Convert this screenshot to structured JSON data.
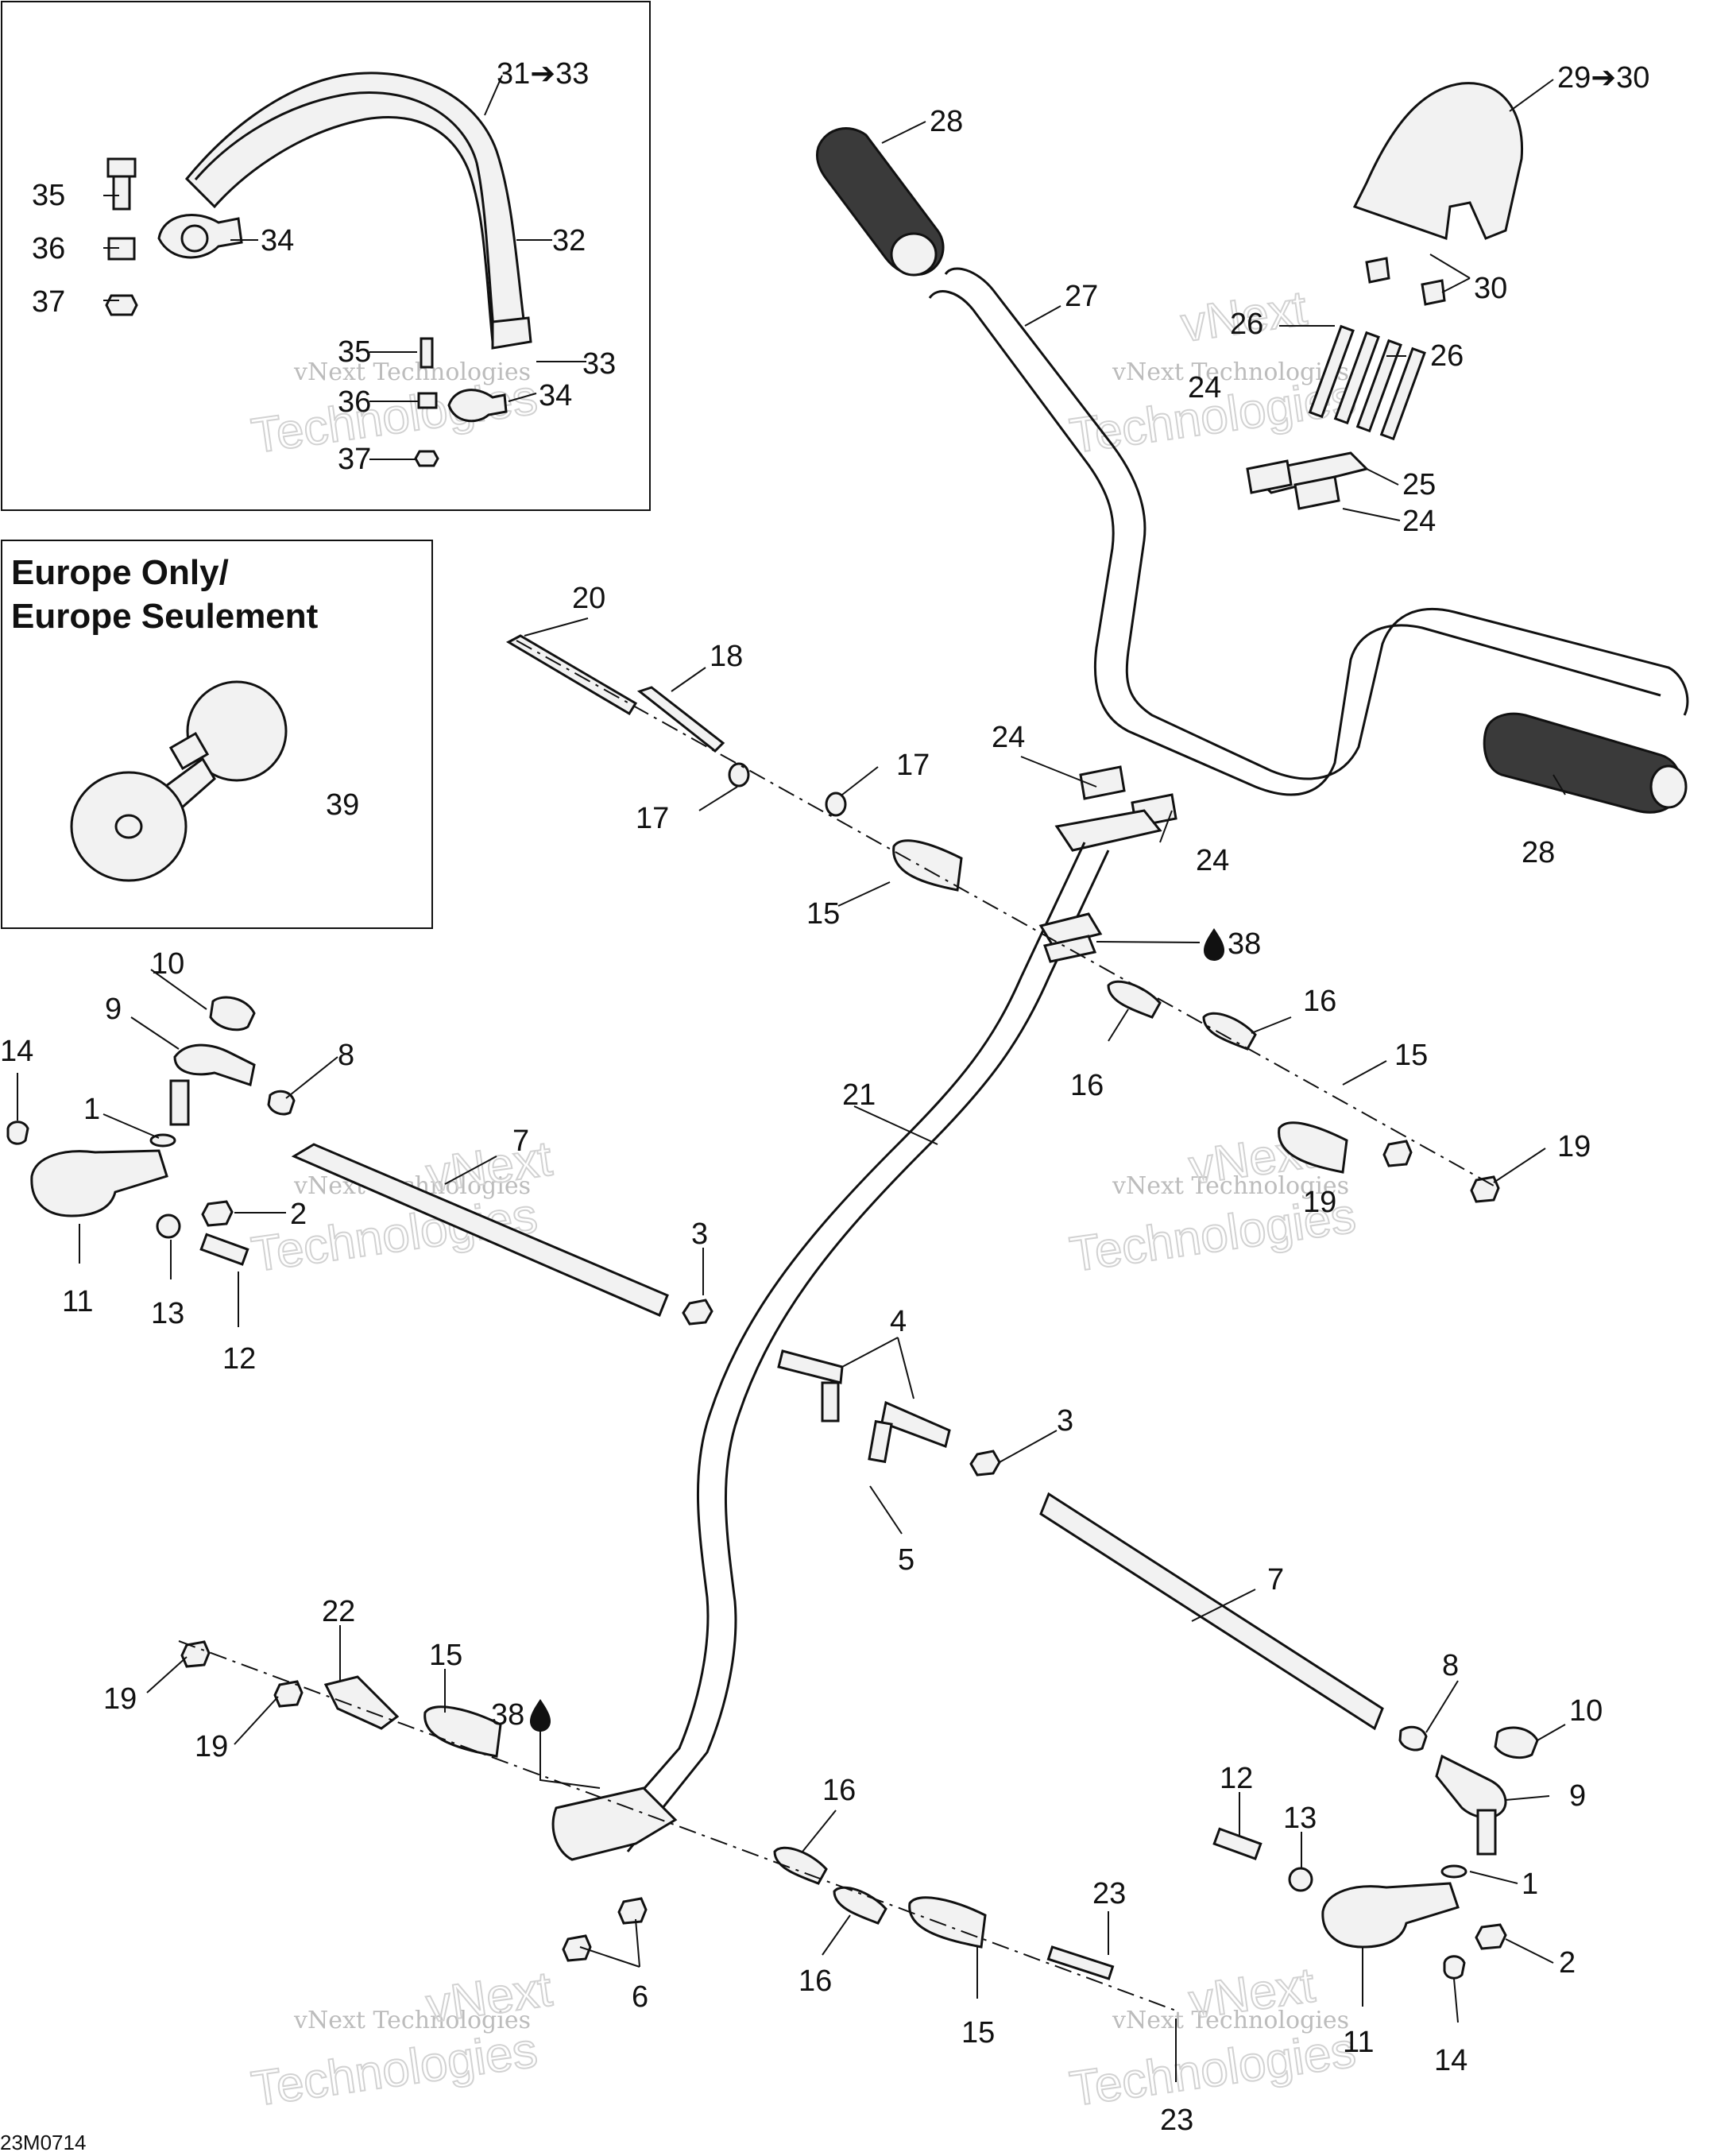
{
  "diagram_code": "23M0714",
  "inset_title": {
    "line1": "Europe Only/",
    "line2": "Europe Seulement"
  },
  "watermark": {
    "small": "vNext Technologies",
    "large": "Technologies",
    "top": "vNext"
  },
  "callouts": {
    "c1": "1",
    "c2": "2",
    "c3": "3",
    "c4": "4",
    "c5": "5",
    "c6": "6",
    "c7": "7",
    "c8": "8",
    "c9": "9",
    "c10": "10",
    "c11": "11",
    "c12": "12",
    "c13": "13",
    "c14": "14",
    "c15": "15",
    "c16": "16",
    "c17": "17",
    "c18": "18",
    "c19": "19",
    "c20": "20",
    "c21": "21",
    "c22": "22",
    "c23": "23",
    "c24": "24",
    "c25": "25",
    "c26": "26",
    "c27": "27",
    "c28": "28",
    "c29_30": "29➔30",
    "c30": "30",
    "c31_33": "31➔33",
    "c32": "32",
    "c33": "33",
    "c34": "34",
    "c35": "35",
    "c36": "36",
    "c37": "37",
    "c38": "38",
    "c39": "39"
  }
}
